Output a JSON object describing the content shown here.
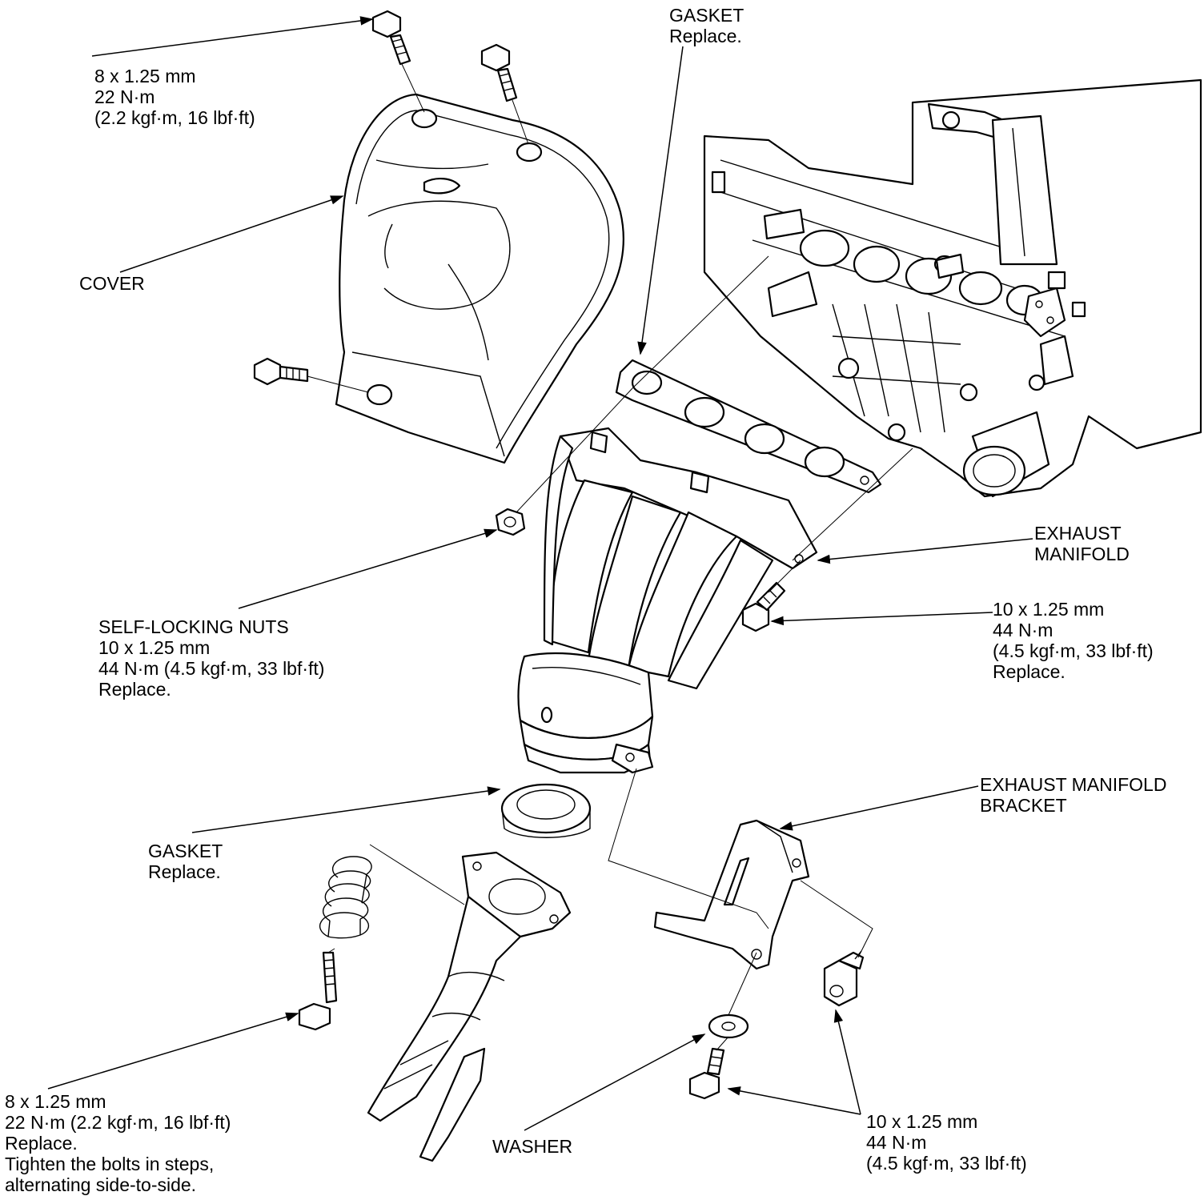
{
  "labels": {
    "top_bolt": {
      "lines": [
        "8 x 1.25 mm",
        "22 N·m",
        "(2.2 kgf·m, 16 lbf·ft)"
      ]
    },
    "upper_gasket": {
      "lines": [
        "GASKET",
        "Replace."
      ]
    },
    "cover": {
      "lines": [
        "COVER"
      ]
    },
    "exhaust_manifold": {
      "lines": [
        "EXHAUST",
        "MANIFOLD"
      ]
    },
    "self_locking_nuts": {
      "lines": [
        "SELF-LOCKING NUTS",
        "10 x 1.25 mm",
        "44 N·m (4.5 kgf·m, 33 lbf·ft)",
        "Replace."
      ]
    },
    "right_nut": {
      "lines": [
        "10 x 1.25 mm",
        "44 N·m",
        "(4.5 kgf·m, 33 lbf·ft)",
        "Replace."
      ]
    },
    "bracket": {
      "lines": [
        "EXHAUST MANIFOLD",
        "BRACKET"
      ]
    },
    "lower_gasket": {
      "lines": [
        "GASKET",
        "Replace."
      ]
    },
    "spring_bolt": {
      "lines": [
        "8 x 1.25 mm",
        "22 N·m (2.2 kgf·m, 16 lbf·ft)",
        "Replace.",
        "Tighten the bolts in steps,",
        "alternating side-to-side."
      ]
    },
    "washer": {
      "lines": [
        "WASHER"
      ]
    },
    "bracket_bolts": {
      "lines": [
        "10 x 1.25 mm",
        "44 N·m",
        "(4.5 kgf·m, 33 lbf·ft)"
      ]
    }
  }
}
